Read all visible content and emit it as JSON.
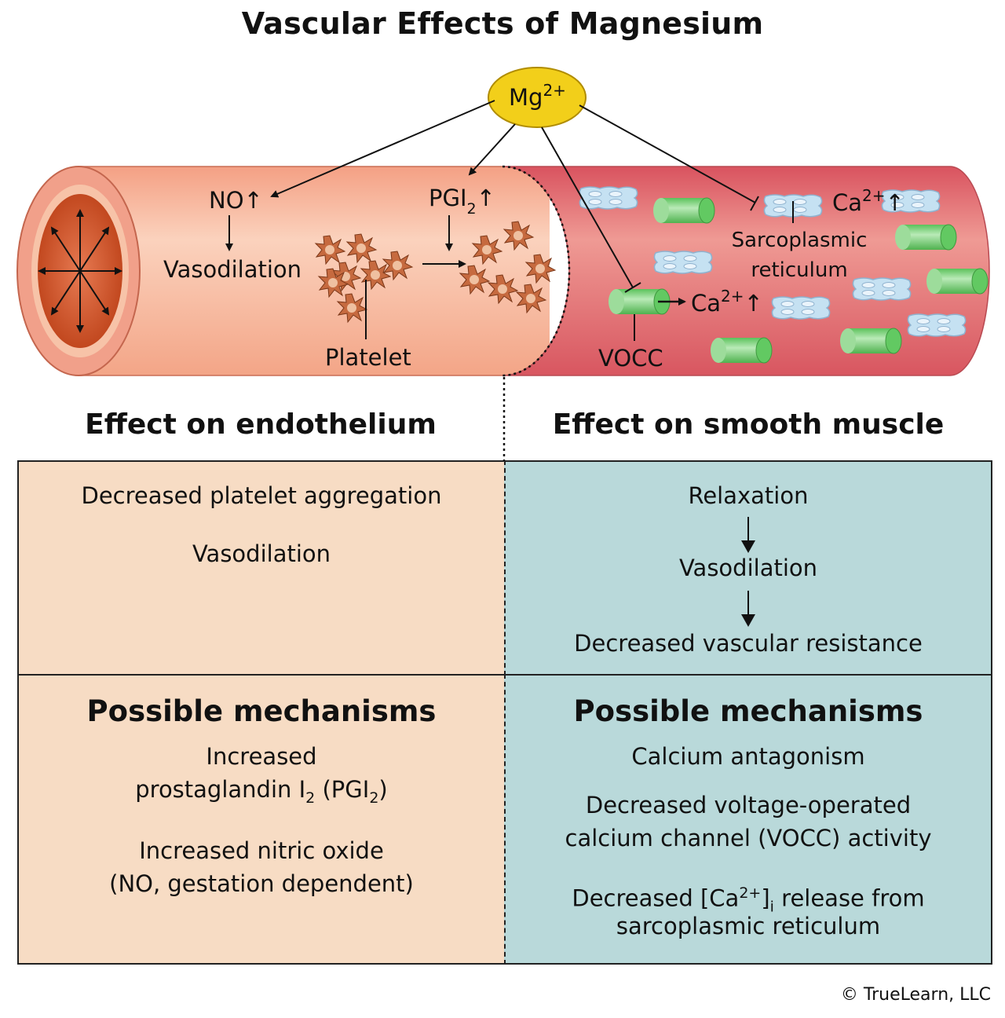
{
  "title": "Vascular Effects of Magnesium",
  "diagram": {
    "mg": "Mg",
    "mg_charge": "2+",
    "no": "NO↑",
    "vasodilation": "Vasodilation",
    "pgi_pre": "PGI",
    "pgi_sub": "2",
    "pgi_post": "↑",
    "platelet": "Platelet",
    "ca": "Ca",
    "ca_charge": "2+",
    "up": "↑",
    "sr_line1": "Sarcoplasmic",
    "sr_line2": "reticulum",
    "vocc": "VOCC"
  },
  "endothelium": {
    "heading": "Effect on endothelium",
    "effects": [
      "Decreased platelet aggregation",
      "Vasodilation"
    ],
    "mechanisms_heading": "Possible mechanisms",
    "mech1_line1": "Increased",
    "mech1_line2_pre": "prostaglandin I",
    "mech1_sub": "2",
    "mech1_mid": " (PGI",
    "mech1_sub2": "2",
    "mech1_end": ")",
    "mech2_line1": "Increased nitric oxide",
    "mech2_line2": "(NO, gestation dependent)"
  },
  "smooth_muscle": {
    "heading": "Effect on smooth muscle",
    "effects": [
      "Relaxation",
      "Vasodilation",
      "Decreased vascular resistance"
    ],
    "mechanisms_heading": "Possible mechanisms",
    "mech1": "Calcium antagonism",
    "mech2_line1": "Decreased voltage-operated",
    "mech2_line2": "calcium channel (VOCC) activity",
    "mech3_pre": "Decreased [Ca",
    "mech3_sup": "2+",
    "mech3_mid": "]",
    "mech3_sub": "i",
    "mech3_post": " release from",
    "mech3_line2": "sarcoplasmic reticulum"
  },
  "copyright": "© TrueLearn, LLC",
  "colors": {
    "endothelium_panel": "#f7dcc4",
    "smooth_panel": "#b9d9da",
    "vessel_light": "#f3a58a",
    "vessel_muscle": "#e0616a",
    "mg_ellipse": "#f2cf1a",
    "vocc_green": "#7fd47f",
    "sr_blue": "#c3dff0"
  }
}
